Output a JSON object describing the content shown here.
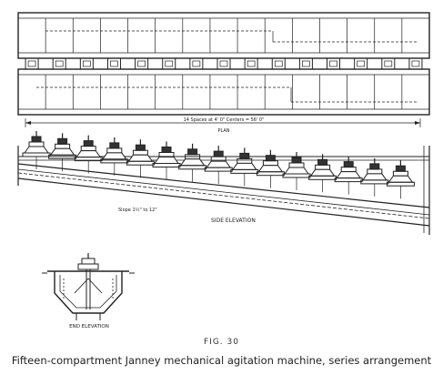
{
  "figure": {
    "plan_dimension": "14 Spaces at 4' 0\" Centers = 56' 0\"",
    "plan_label": "PLAN",
    "slope_label": "Slope 1½\" to 12\"",
    "side_label": "SIDE ELEVATION",
    "end_label": "END ELEVATION",
    "compartments": 15
  },
  "caption": {
    "fig_number": "FIG. 30",
    "text": "Fifteen-compartment Janney mechanical agitation machine, series arrangement"
  }
}
